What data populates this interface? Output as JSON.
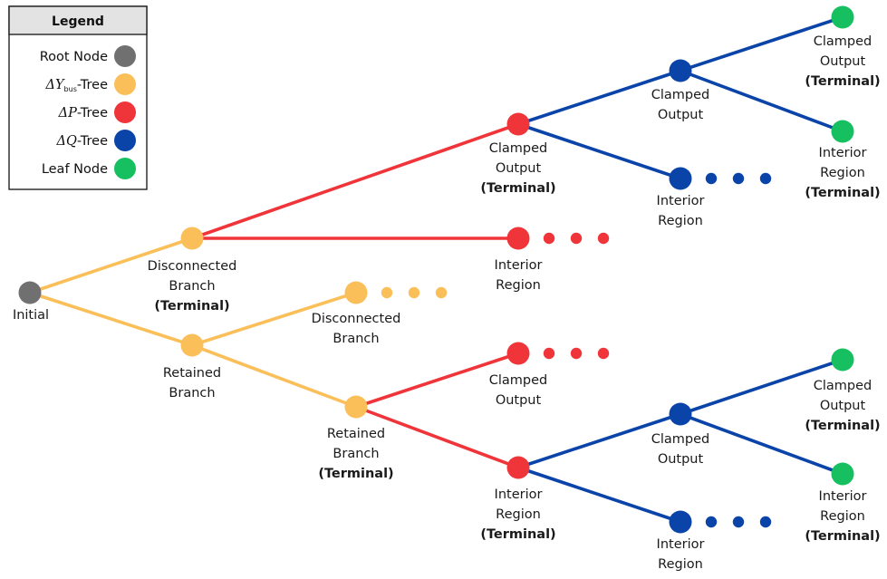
{
  "colors": {
    "root": "#707070",
    "ybus": "#fbbf5a",
    "p": "#f0353a",
    "q": "#0a44a8",
    "leaf": "#16c060"
  },
  "legend": {
    "title": "Legend",
    "items": [
      {
        "label": "Root Node",
        "color_key": "root"
      },
      {
        "label": "ΔY",
        "sub": "bus",
        "suffix": "-Tree",
        "color_key": "ybus"
      },
      {
        "label": "ΔP",
        "suffix": "-Tree",
        "color_key": "p"
      },
      {
        "label": "ΔQ",
        "suffix": "-Tree",
        "color_key": "q"
      },
      {
        "label": "Leaf Node",
        "color_key": "leaf"
      }
    ]
  },
  "tree": {
    "nodes": [
      {
        "id": "root",
        "kind": "root",
        "lines": [
          "Initial"
        ],
        "terminal": false
      },
      {
        "id": "y_disc",
        "kind": "ybus",
        "lines": [
          "Disconnected",
          "Branch"
        ],
        "terminal": true
      },
      {
        "id": "y_ret",
        "kind": "ybus",
        "lines": [
          "Retained",
          "Branch"
        ],
        "terminal": false
      },
      {
        "id": "y_ret_disc",
        "kind": "ybus",
        "lines": [
          "Disconnected",
          "Branch"
        ],
        "terminal": false,
        "continues": true
      },
      {
        "id": "y_ret_ret",
        "kind": "ybus",
        "lines": [
          "Retained",
          "Branch"
        ],
        "terminal": true
      },
      {
        "id": "p_top_clamp",
        "kind": "p",
        "lines": [
          "Clamped",
          "Output"
        ],
        "terminal": true
      },
      {
        "id": "p_top_int",
        "kind": "p",
        "lines": [
          "Interior",
          "Region"
        ],
        "terminal": false,
        "continues": true
      },
      {
        "id": "p_bot_clamp",
        "kind": "p",
        "lines": [
          "Clamped",
          "Output"
        ],
        "terminal": false,
        "continues": true
      },
      {
        "id": "p_bot_int",
        "kind": "p",
        "lines": [
          "Interior",
          "Region"
        ],
        "terminal": true
      },
      {
        "id": "q_top_clamp",
        "kind": "q",
        "lines": [
          "Clamped",
          "Output"
        ],
        "terminal": false
      },
      {
        "id": "q_top_int",
        "kind": "q",
        "lines": [
          "Interior",
          "Region"
        ],
        "terminal": false,
        "continues": true
      },
      {
        "id": "q_bot_clamp",
        "kind": "q",
        "lines": [
          "Clamped",
          "Output"
        ],
        "terminal": false
      },
      {
        "id": "q_bot_int",
        "kind": "q",
        "lines": [
          "Interior",
          "Region"
        ],
        "terminal": false,
        "continues": true
      },
      {
        "id": "leaf_1",
        "kind": "leaf",
        "lines": [
          "Clamped",
          "Output"
        ],
        "terminal": true
      },
      {
        "id": "leaf_2",
        "kind": "leaf",
        "lines": [
          "Interior",
          "Region"
        ],
        "terminal": true
      },
      {
        "id": "leaf_3",
        "kind": "leaf",
        "lines": [
          "Clamped",
          "Output"
        ],
        "terminal": true
      },
      {
        "id": "leaf_4",
        "kind": "leaf",
        "lines": [
          "Interior",
          "Region"
        ],
        "terminal": true
      }
    ],
    "edges": [
      {
        "from": "root",
        "to": "y_disc",
        "kind": "ybus"
      },
      {
        "from": "root",
        "to": "y_ret",
        "kind": "ybus"
      },
      {
        "from": "y_ret",
        "to": "y_ret_disc",
        "kind": "ybus"
      },
      {
        "from": "y_ret",
        "to": "y_ret_ret",
        "kind": "ybus"
      },
      {
        "from": "y_disc",
        "to": "p_top_clamp",
        "kind": "p"
      },
      {
        "from": "y_disc",
        "to": "p_top_int",
        "kind": "p"
      },
      {
        "from": "y_ret_ret",
        "to": "p_bot_clamp",
        "kind": "p"
      },
      {
        "from": "y_ret_ret",
        "to": "p_bot_int",
        "kind": "p"
      },
      {
        "from": "p_top_clamp",
        "to": "q_top_clamp",
        "kind": "q"
      },
      {
        "from": "p_top_clamp",
        "to": "q_top_int",
        "kind": "q"
      },
      {
        "from": "p_bot_int",
        "to": "q_bot_clamp",
        "kind": "q"
      },
      {
        "from": "p_bot_int",
        "to": "q_bot_int",
        "kind": "q"
      },
      {
        "from": "q_top_clamp",
        "to": "leaf_1",
        "kind": "q"
      },
      {
        "from": "q_top_clamp",
        "to": "leaf_2",
        "kind": "q"
      },
      {
        "from": "q_bot_clamp",
        "to": "leaf_3",
        "kind": "q"
      },
      {
        "from": "q_bot_clamp",
        "to": "leaf_4",
        "kind": "q"
      }
    ],
    "terminal_text": "(Terminal)"
  }
}
